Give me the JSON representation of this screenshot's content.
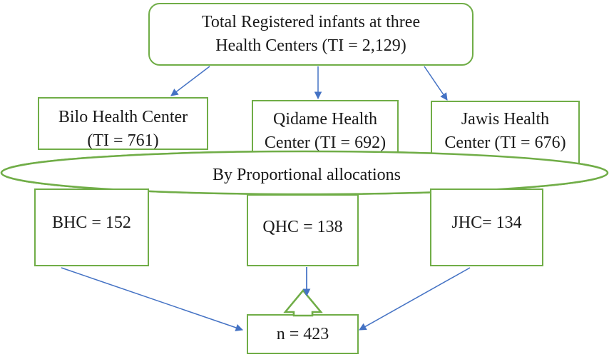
{
  "top": {
    "line1": "Total Registered infants at three",
    "line2": "Health Centers (TI = 2,129)"
  },
  "centers": {
    "bilo": {
      "line1": "Bilo Health Center",
      "line2": "(TI = 761)"
    },
    "qidame": {
      "line1": "Qidame Health",
      "line2": "Center (TI = 692)"
    },
    "jawis": {
      "line1": "Jawis Health",
      "line2": "Center (TI = 676)"
    }
  },
  "allocation": {
    "label": "By Proportional allocations"
  },
  "samples": {
    "bhc": "BHC = 152",
    "qhc": "QHC = 138",
    "jhc": "JHC= 134"
  },
  "total": {
    "label": "n = 423"
  },
  "colors": {
    "box_border": "#70ad47",
    "arrow": "#4472c4"
  }
}
